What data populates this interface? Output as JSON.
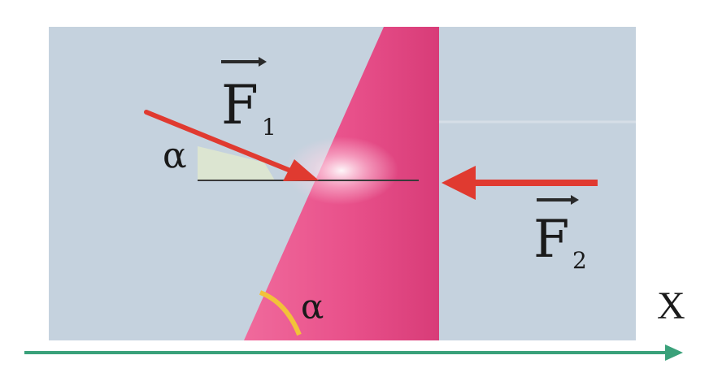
{
  "diagram": {
    "labels": {
      "force1_letter": "F",
      "force1_subscript": "1",
      "force2_letter": "F",
      "force2_subscript": "2",
      "angle_top": "α",
      "angle_bottom": "α",
      "axis": "X"
    },
    "colors": {
      "background": "#c5d2de",
      "wedge": "#e0487f",
      "force_arrow": "#e03a30",
      "axis_line": "#3aa17a",
      "angle_arc": "#f2c23a",
      "angle_fill": "#dfe9cf"
    }
  }
}
